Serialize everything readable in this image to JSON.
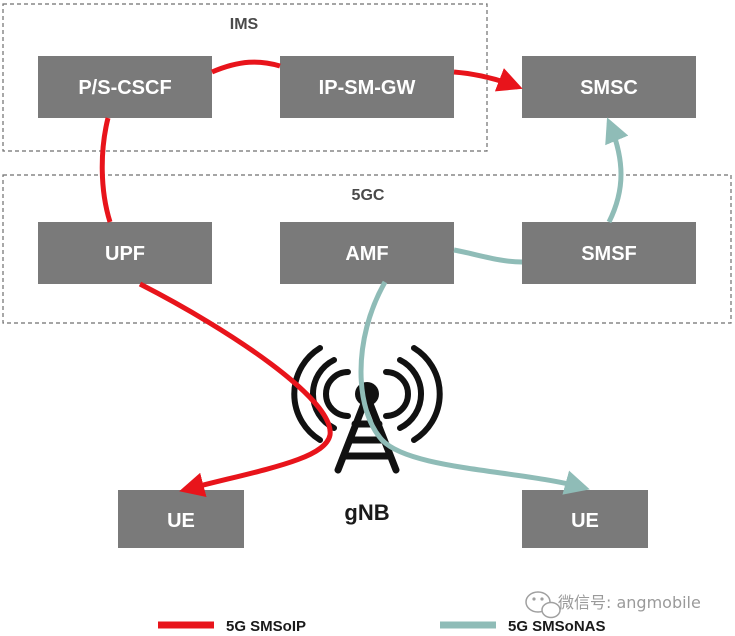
{
  "groups": {
    "ims": "IMS",
    "core": "5GC"
  },
  "nodes": {
    "pcscf": "P/S-CSCF",
    "ipsmgw": "IP-SM-GW",
    "smsc": "SMSC",
    "upf": "UPF",
    "amf": "AMF",
    "smsf": "SMSF",
    "ue_left": "UE",
    "ue_right": "UE"
  },
  "gnb": {
    "label": "gNB",
    "icon": "radio-tower-icon"
  },
  "legend": {
    "smsoip": {
      "label": "5G SMSoIP",
      "color": "#e8141b"
    },
    "smsonas": {
      "label": "5G SMSoNAS",
      "color": "#8fbcb7"
    }
  },
  "watermark": {
    "text": "微信号: angmobile",
    "icon": "wechat-icon"
  },
  "colors": {
    "node_fill": "#7a7a7a",
    "node_text": "#ffffff",
    "group_border": "#6f6f6f"
  }
}
